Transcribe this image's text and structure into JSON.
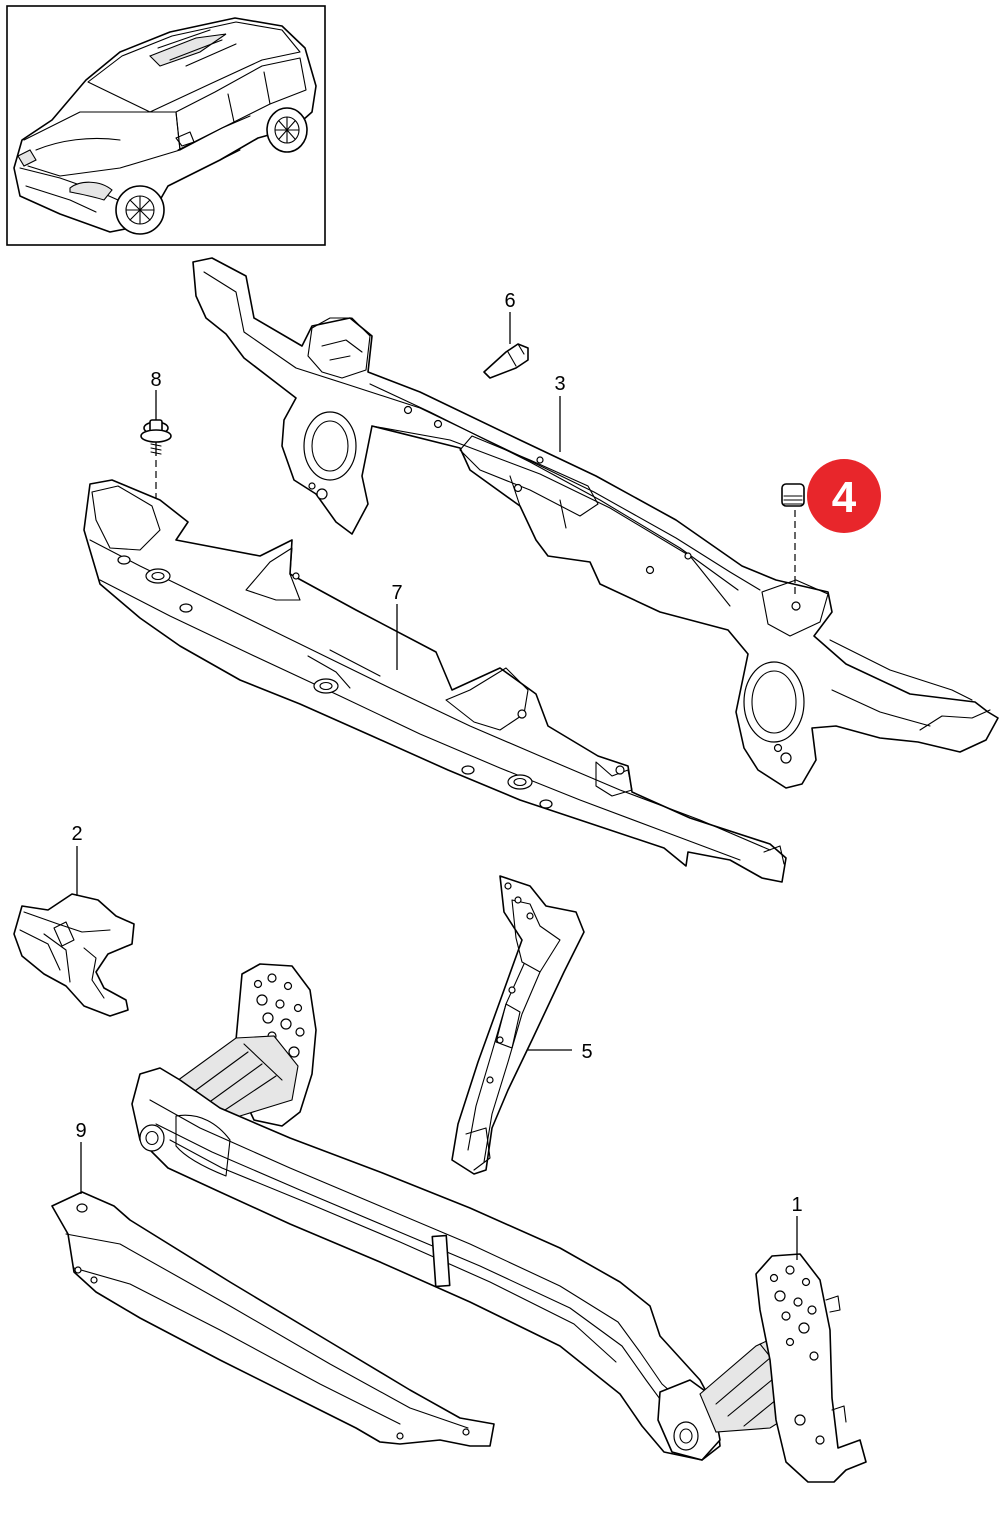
{
  "callouts": {
    "p1": "1",
    "p2": "2",
    "p3": "3",
    "p5": "5",
    "p6": "6",
    "p7": "7",
    "p8": "8",
    "p9": "9"
  },
  "highlight": {
    "label": "4",
    "color": "#e8262b"
  }
}
